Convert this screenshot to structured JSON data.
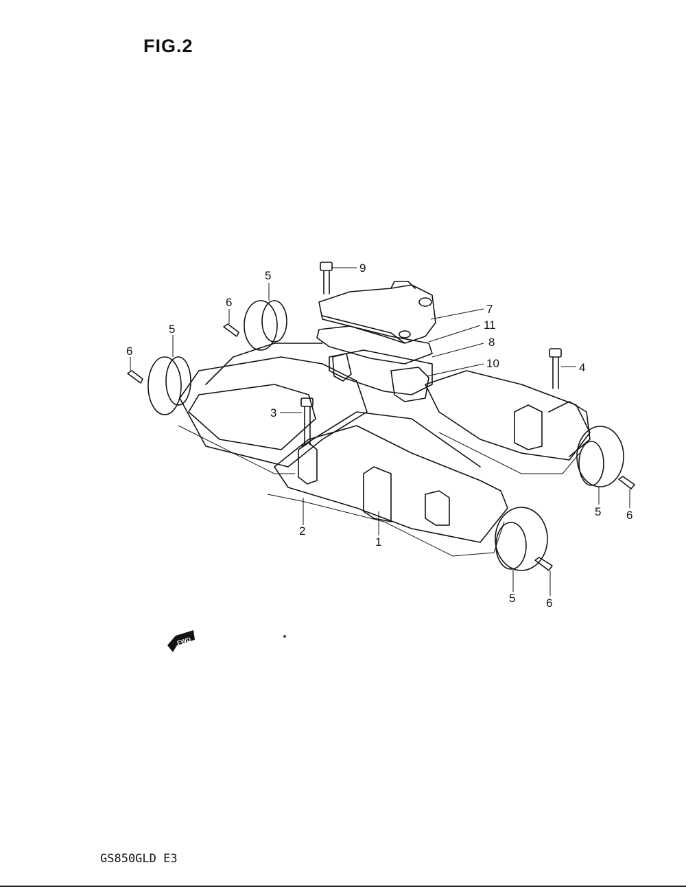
{
  "figure": {
    "title": "FIG.2",
    "model_code": "GS850GLD E3"
  },
  "callouts": [
    "9",
    "5",
    "6",
    "7",
    "11",
    "8",
    "5",
    "6",
    "10",
    "4",
    "3",
    "2",
    "1",
    "5",
    "6",
    "5",
    "6"
  ],
  "fwd_badge": "FWD",
  "colors": {
    "ink": "#111111",
    "paper": "#ffffff"
  }
}
